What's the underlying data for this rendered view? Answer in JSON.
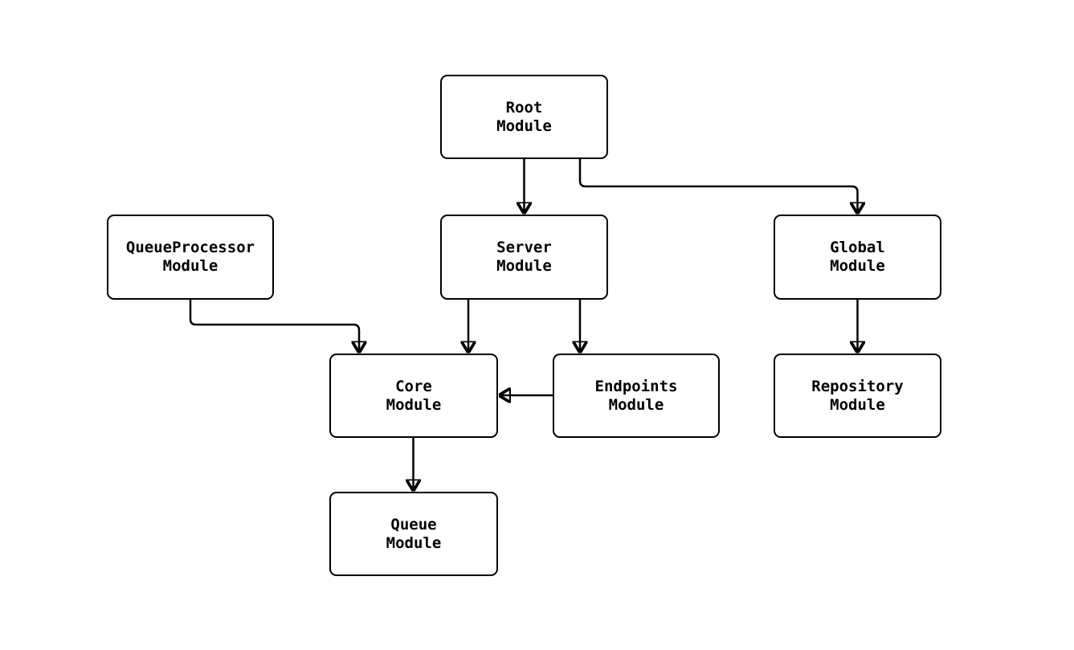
{
  "diagram": {
    "colors": {
      "bg": "#ffffff",
      "stroke": "#000000",
      "text": "#000000"
    },
    "nodes": [
      {
        "id": "root",
        "line1": "Root",
        "line2": "Module"
      },
      {
        "id": "queueprocessor",
        "line1": "QueueProcessor",
        "line2": "Module"
      },
      {
        "id": "server",
        "line1": "Server",
        "line2": "Module"
      },
      {
        "id": "global",
        "line1": "Global",
        "line2": "Module"
      },
      {
        "id": "core",
        "line1": "Core",
        "line2": "Module"
      },
      {
        "id": "endpoints",
        "line1": "Endpoints",
        "line2": "Module"
      },
      {
        "id": "repository",
        "line1": "Repository",
        "line2": "Module"
      },
      {
        "id": "queue",
        "line1": "Queue",
        "line2": "Module"
      }
    ],
    "edges": [
      {
        "from": "root",
        "to": "server"
      },
      {
        "from": "root",
        "to": "global"
      },
      {
        "from": "queueprocessor",
        "to": "core"
      },
      {
        "from": "server",
        "to": "core"
      },
      {
        "from": "server",
        "to": "endpoints"
      },
      {
        "from": "global",
        "to": "repository"
      },
      {
        "from": "endpoints",
        "to": "core"
      },
      {
        "from": "core",
        "to": "queue"
      }
    ]
  }
}
